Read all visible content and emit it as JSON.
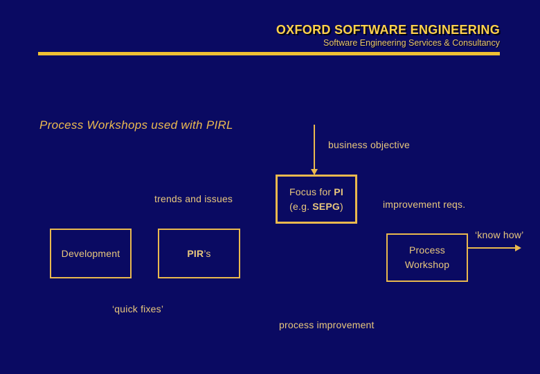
{
  "colors": {
    "background": "#0a0a62",
    "gold_rule": "#f0c033",
    "box_border": "#eab94e",
    "header_title": "#ffd24d",
    "header_subtitle": "#e8c571",
    "body_text": "#e9c87d",
    "slide_title": "#edbb50"
  },
  "header": {
    "title": "OXFORD SOFTWARE ENGINEERING",
    "subtitle": "Software Engineering Services & Consultancy"
  },
  "slide": {
    "title": "Process Workshops used with PIRL"
  },
  "labels": {
    "business_objective": "business objective",
    "trends_and_issues": "trends and issues",
    "improvement_reqs": "improvement reqs.",
    "know_how": "‘know how’",
    "quick_fixes": "‘quick fixes’",
    "process_improvement": "process improvement"
  },
  "boxes": {
    "focus": {
      "line1_text": "Focus for ",
      "line1_acronym": "PI",
      "line2_open": "(e.g. ",
      "line2_acronym": "SEPG",
      "line2_close": ")"
    },
    "development": {
      "label": "Development"
    },
    "pirs": {
      "acronym": "PIR",
      "suffix": "’s"
    },
    "process_workshop": {
      "line1": "Process",
      "line2": "Workshop"
    }
  },
  "icons": {
    "business_objective_arrow": "down-arrow",
    "know_how_arrow": "right-arrow"
  }
}
